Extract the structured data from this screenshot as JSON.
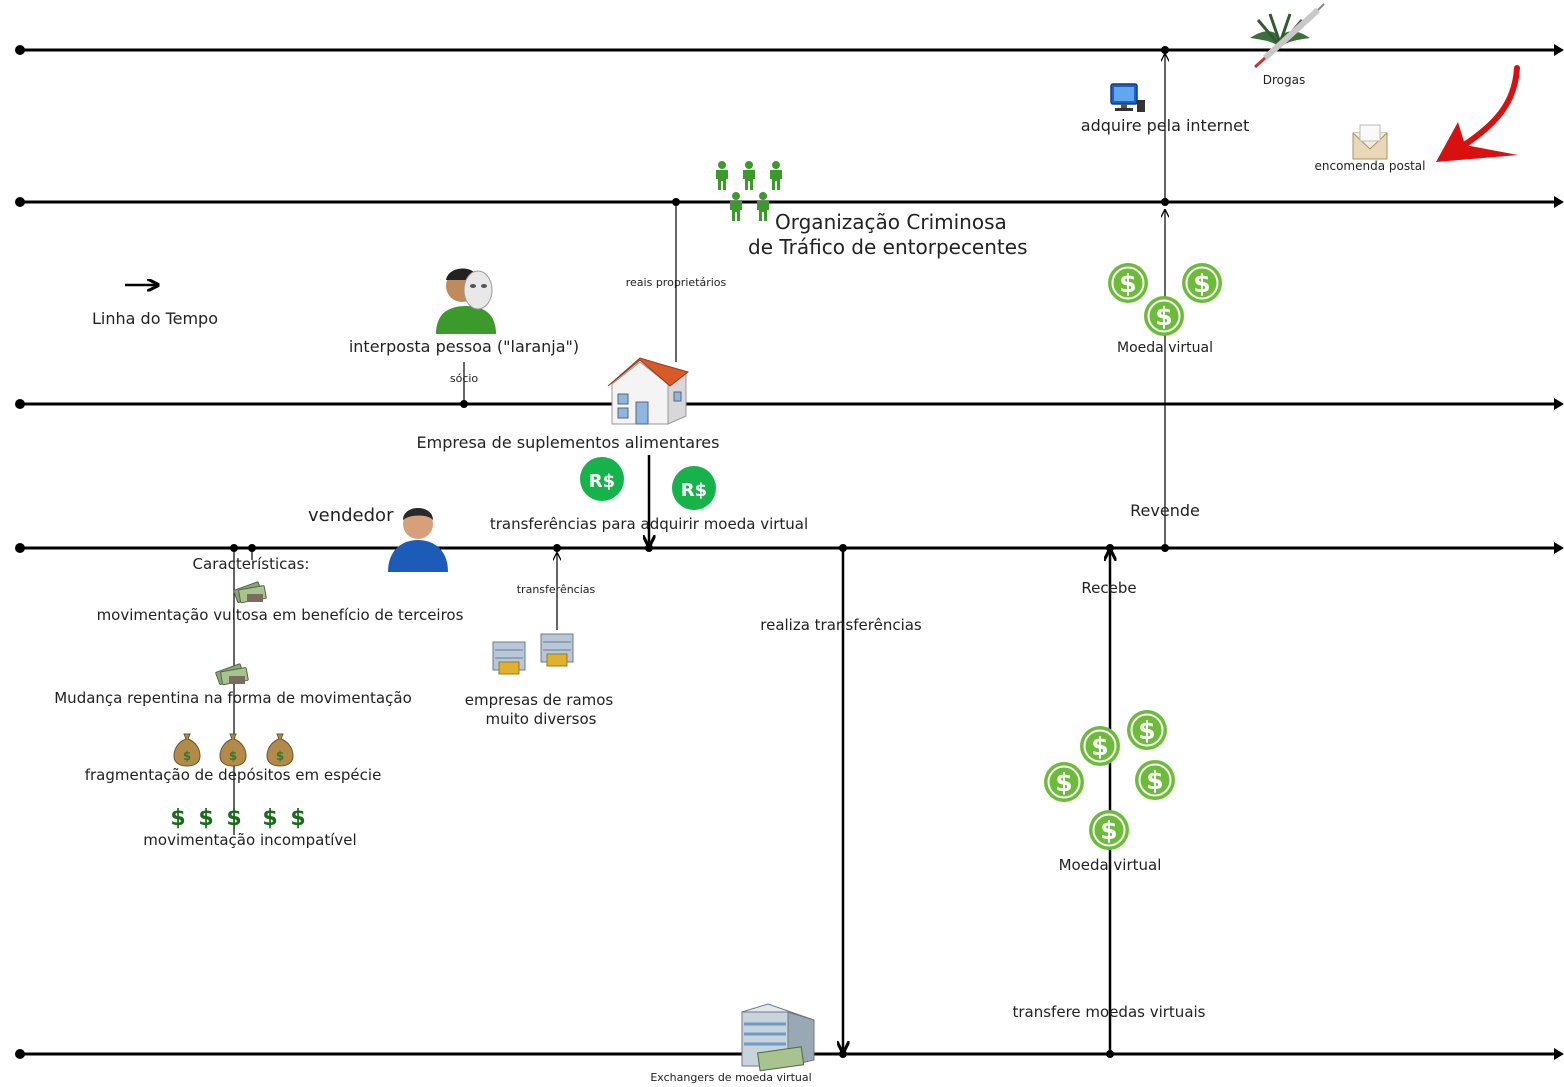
{
  "labels": {
    "drogas": "Drogas",
    "adquire": "adquire pela internet",
    "encomenda": "encomenda postal",
    "org_line1": "Organização Criminosa",
    "org_line2": "de Tráfico de entorpecentes",
    "reais_prop": "reais proprietários",
    "linha_tempo": "Linha do Tempo",
    "moeda_virtual_top": "Moeda virtual",
    "laranja": "interposta pessoa (\"laranja\")",
    "socio": "sócio",
    "empresa": "Empresa de suplementos alimentares",
    "transf_adquirir": "transferências para adquirir moeda virtual",
    "revende": "Revende",
    "vendedor": "vendedor",
    "caracteristicas": "Características:",
    "mov_vultosa": "movimentação vultosa em benefício de terceiros",
    "mudanca": "Mudança repentina na forma de movimentação",
    "fragmentacao": "fragmentação de depósitos em espécie",
    "mov_incompativel": "movimentação incompatível",
    "transferencias": "transferências",
    "empresas_ramos1": "empresas de ramos",
    "empresas_ramos2": "muito diversos",
    "realiza": "realiza transferências",
    "recebe": "Recebe",
    "moeda_virtual_bottom": "Moeda virtual",
    "transfere": "transfere moedas virtuais",
    "exchangers": "Exchangers de moeda virtual",
    "brl_symbol": "R$",
    "dollar_symbol": "$"
  },
  "icons": [
    "drugs-syringe-icon",
    "computer-icon",
    "envelope-icon",
    "red-arrow-icon",
    "people-group-icon",
    "masked-person-icon",
    "house-icon",
    "real-coin-icon",
    "person-icon",
    "money-bills-icon",
    "money-bag-icon",
    "dollar-sign-icon",
    "buildings-icon",
    "dollar-coin-icon",
    "bank-building-icon"
  ],
  "colors": {
    "line": "#000000",
    "green_coin": "#6cbc3a",
    "brl_coin": "#16b34a",
    "dark_dollar": "#1c6b1c",
    "red_arrow": "#d81010",
    "person_green": "#3b9a2b",
    "person_blue": "#1d5bb8"
  }
}
